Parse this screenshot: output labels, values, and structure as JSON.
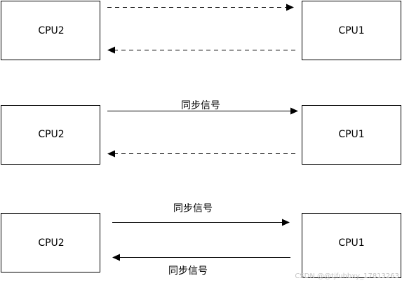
{
  "rows": [
    {
      "left_box": "CPU2",
      "right_box": "CPU1",
      "forward_label": "",
      "backward_label": ""
    },
    {
      "left_box": "CPU2",
      "right_box": "CPU1",
      "forward_label": "同步信号",
      "backward_label": ""
    },
    {
      "left_box": "CPU2",
      "right_box": "CPU1",
      "forward_label": "同步信号",
      "backward_label": "同步信号"
    }
  ],
  "watermark": "CSDN @@tjfuhbxy_17813263"
}
